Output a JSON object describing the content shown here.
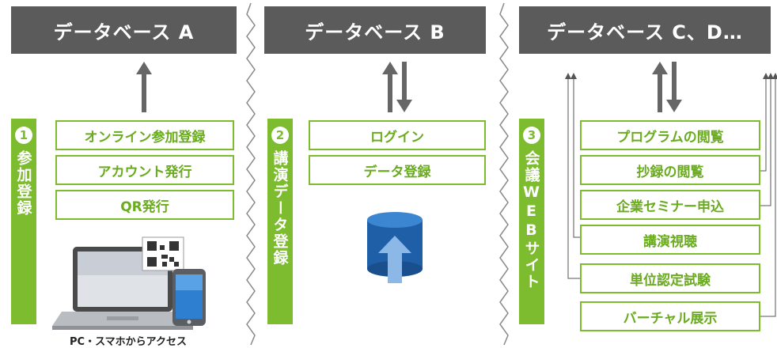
{
  "columns": [
    {
      "db_title": "データベース A",
      "step_number": "1",
      "step_label": "参加登録",
      "features": [
        "オンライン参加登録",
        "アカウント発行",
        "QR発行"
      ],
      "caption": "PC・スマホからアクセス"
    },
    {
      "db_title": "データベース B",
      "step_number": "2",
      "step_label": "講演データ登録",
      "features": [
        "ログイン",
        "データ登録"
      ]
    },
    {
      "db_title": "データベース C、D…",
      "step_number": "3",
      "step_label": "会議WEBサイト",
      "features": [
        "プログラムの閲覧",
        "抄録の閲覧",
        "企業セミナー申込",
        "講演視聴",
        "単位認定試験",
        "バーチャル展示"
      ]
    }
  ],
  "colors": {
    "header_bg": "#5b5b5b",
    "accent_green": "#7dbb2f",
    "arrow_gray": "#666666",
    "db_blue": "#1f5fa8"
  }
}
